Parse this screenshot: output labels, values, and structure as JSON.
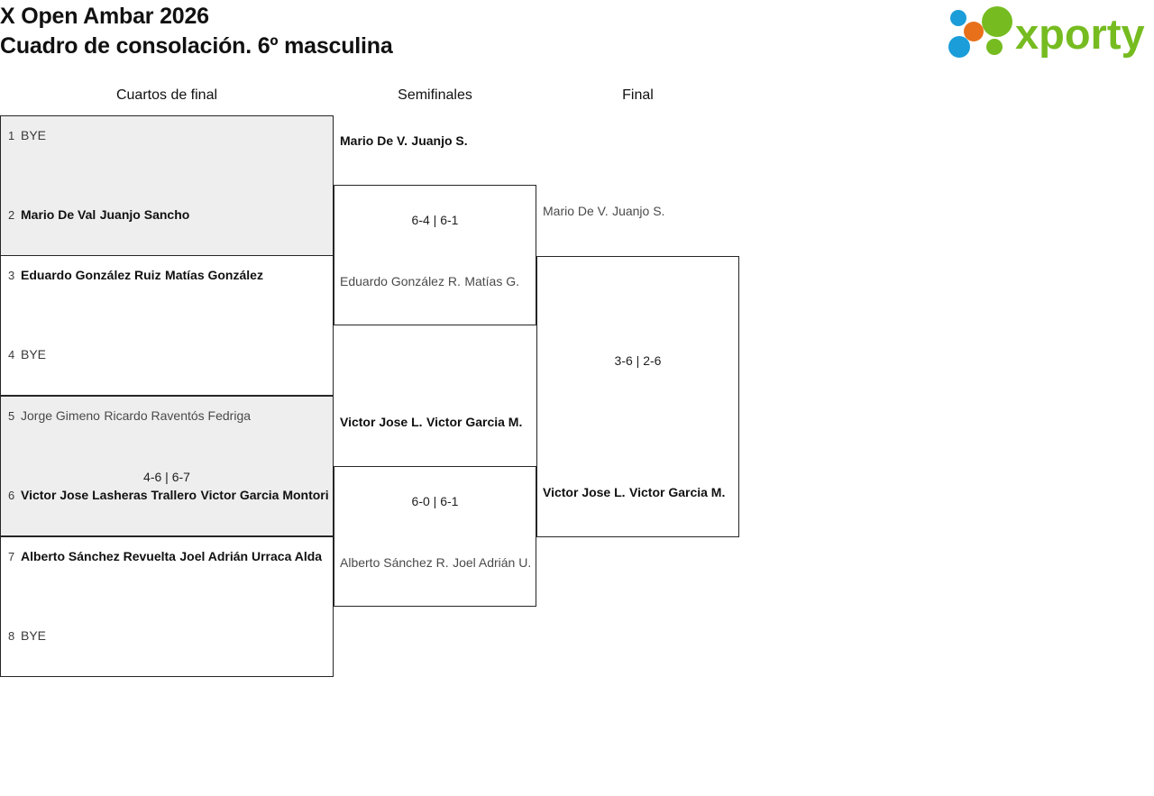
{
  "header": {
    "title_line1": "X Open Ambar 2026",
    "title_line2": "Cuadro de consolación. 6º masculina",
    "logo_text": "xporty",
    "logo_colors": {
      "green": "#76bc21",
      "blue": "#1b9dd9",
      "orange": "#e8701a"
    }
  },
  "rounds": [
    {
      "label": "Cuartos de final"
    },
    {
      "label": "Semifinales"
    },
    {
      "label": "Final"
    }
  ],
  "bracket": {
    "round1": [
      {
        "shaded": true,
        "score": "",
        "top": {
          "seed": "1",
          "line1": "BYE",
          "line2": "",
          "state": "bye"
        },
        "bottom": {
          "seed": "2",
          "line1": "Mario De Val",
          "line2": "Juanjo Sancho",
          "state": "win"
        }
      },
      {
        "shaded": false,
        "score": "",
        "top": {
          "seed": "3",
          "line1": "Eduardo González Ruiz",
          "line2": "Matías González",
          "state": "win"
        },
        "bottom": {
          "seed": "4",
          "line1": "BYE",
          "line2": "",
          "state": "bye"
        }
      },
      {
        "shaded": true,
        "score": "4-6 | 6-7",
        "top": {
          "seed": "5",
          "line1": "Jorge Gimeno",
          "line2": "Ricardo Raventós Fedriga",
          "state": "lose"
        },
        "bottom": {
          "seed": "6",
          "line1": "Victor Jose Lasheras Trallero",
          "line2": "Victor Garcia Montori",
          "state": "win"
        }
      },
      {
        "shaded": false,
        "score": "",
        "top": {
          "seed": "7",
          "line1": "Alberto Sánchez Revuelta",
          "line2": "Joel Adrián Urraca Alda",
          "state": "win"
        },
        "bottom": {
          "seed": "8",
          "line1": "BYE",
          "line2": "",
          "state": "bye"
        }
      }
    ],
    "round2": [
      {
        "score": "6-4 | 6-1",
        "winner": {
          "line1": "Mario De V.",
          "line2": "Juanjo S."
        },
        "loser": {
          "line1": "Eduardo González R.",
          "line2": "Matías G."
        }
      },
      {
        "score": "6-0 | 6-1",
        "winner": {
          "line1": "Victor Jose L.",
          "line2": "Victor Garcia M."
        },
        "loser": {
          "line1": "Alberto Sánchez R.",
          "line2": "Joel Adrián U."
        }
      }
    ],
    "round3": [
      {
        "score": "3-6 | 2-6",
        "loser": {
          "line1": "Mario De V.",
          "line2": "Juanjo S."
        },
        "winner": {
          "line1": "Victor Jose L.",
          "line2": "Victor Garcia M."
        }
      }
    ]
  }
}
